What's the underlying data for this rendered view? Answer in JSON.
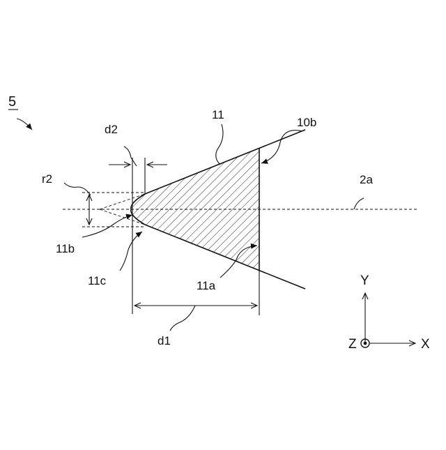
{
  "figure": {
    "ref_label": "5",
    "labels": {
      "d2": "d2",
      "part_11": "11",
      "part_10b": "10b",
      "r2": "r2",
      "axis_2a": "2a",
      "part_11b": "11b",
      "part_11c": "11c",
      "part_11a": "11a",
      "d1": "d1"
    },
    "axes": {
      "y": "Y",
      "x": "X",
      "z": "Z"
    }
  }
}
